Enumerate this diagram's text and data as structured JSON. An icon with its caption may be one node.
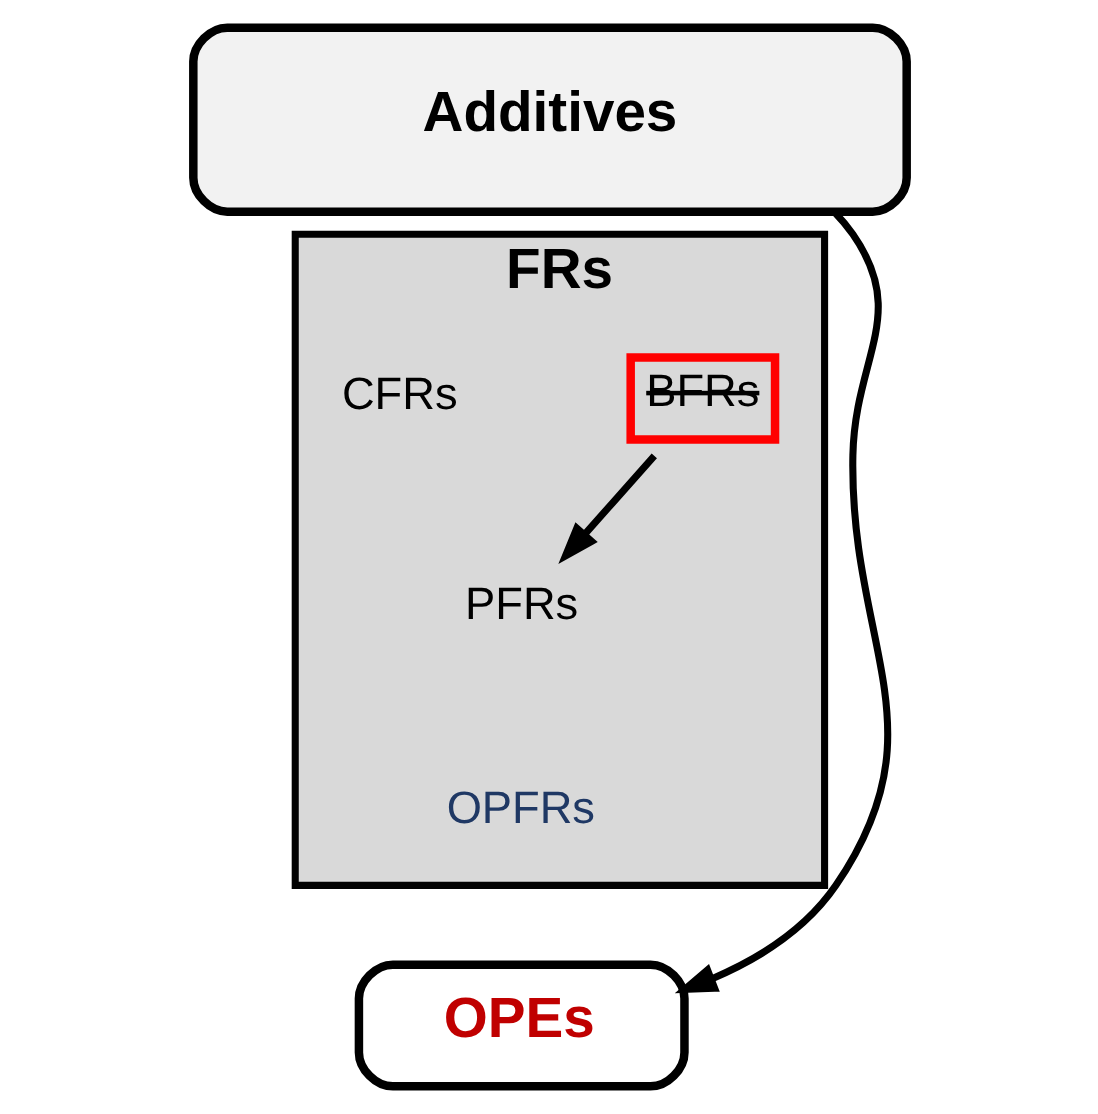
{
  "diagram": {
    "nodes": [
      {
        "text": [
          "Additives"
        ]
      },
      {
        "text": [
          "FRs"
        ]
      },
      {
        "text": [
          "BFRs"
        ],
        "in": 1
      },
      {
        "text": [
          "CFRs"
        ],
        "in": 1
      },
      {
        "text": [
          "PFRs"
        ],
        "in": 1
      },
      {
        "text": [
          "OPFRs"
        ],
        "in": 1
      },
      {
        "text": [
          "OPEs"
        ]
      }
    ],
    "edges": [
      {
        "from": 2,
        "to": 4,
        "arrow": "to"
      },
      {
        "from": 0,
        "to": 6,
        "arrow": "to"
      }
    ]
  }
}
